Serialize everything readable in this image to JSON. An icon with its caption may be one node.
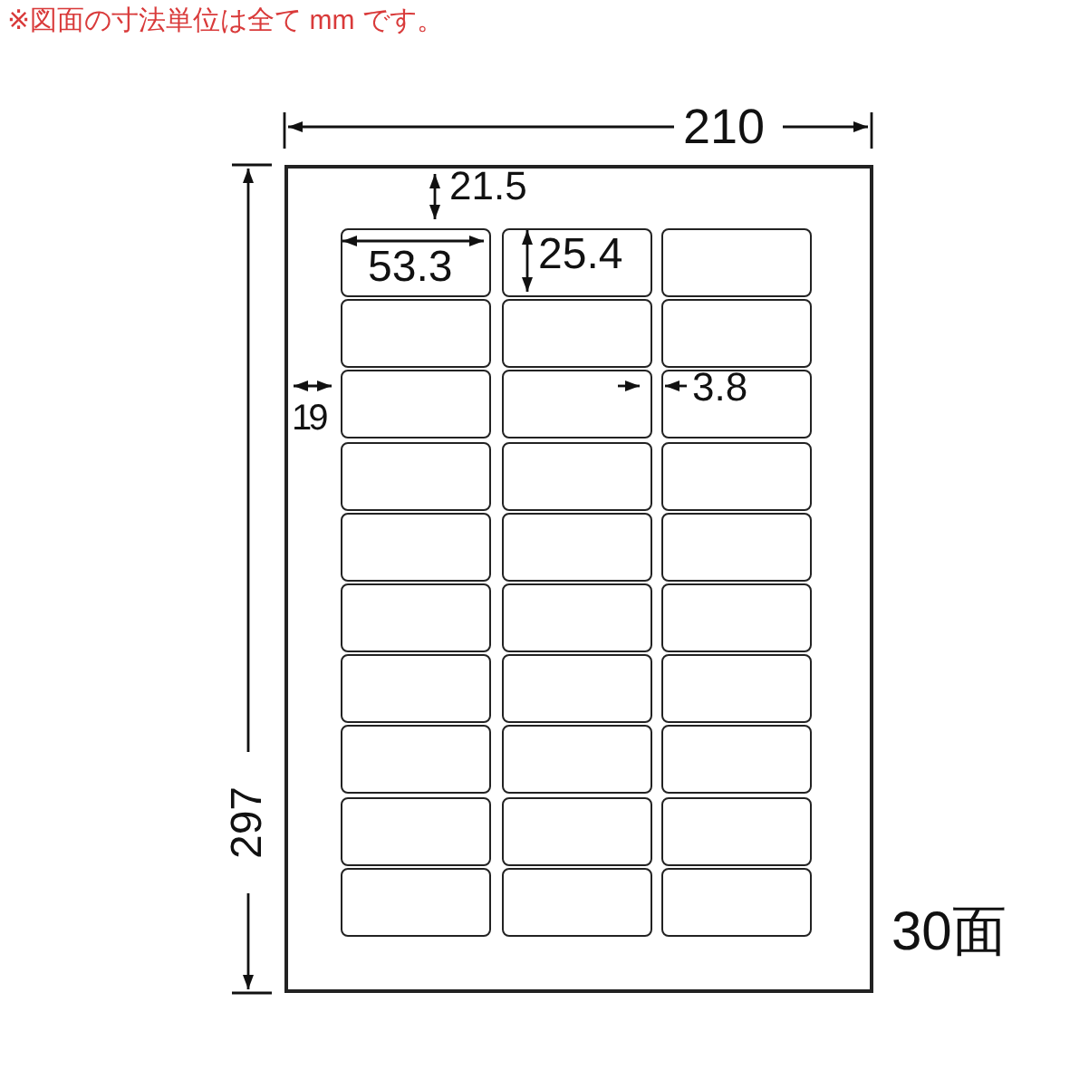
{
  "diagram": {
    "labels": [
      "※図面の寸法単位は全て mm です。",
      "210",
      "21.5",
      "53.3",
      "25.4",
      "19",
      "3.8",
      "297",
      "30面"
    ]
  }
}
